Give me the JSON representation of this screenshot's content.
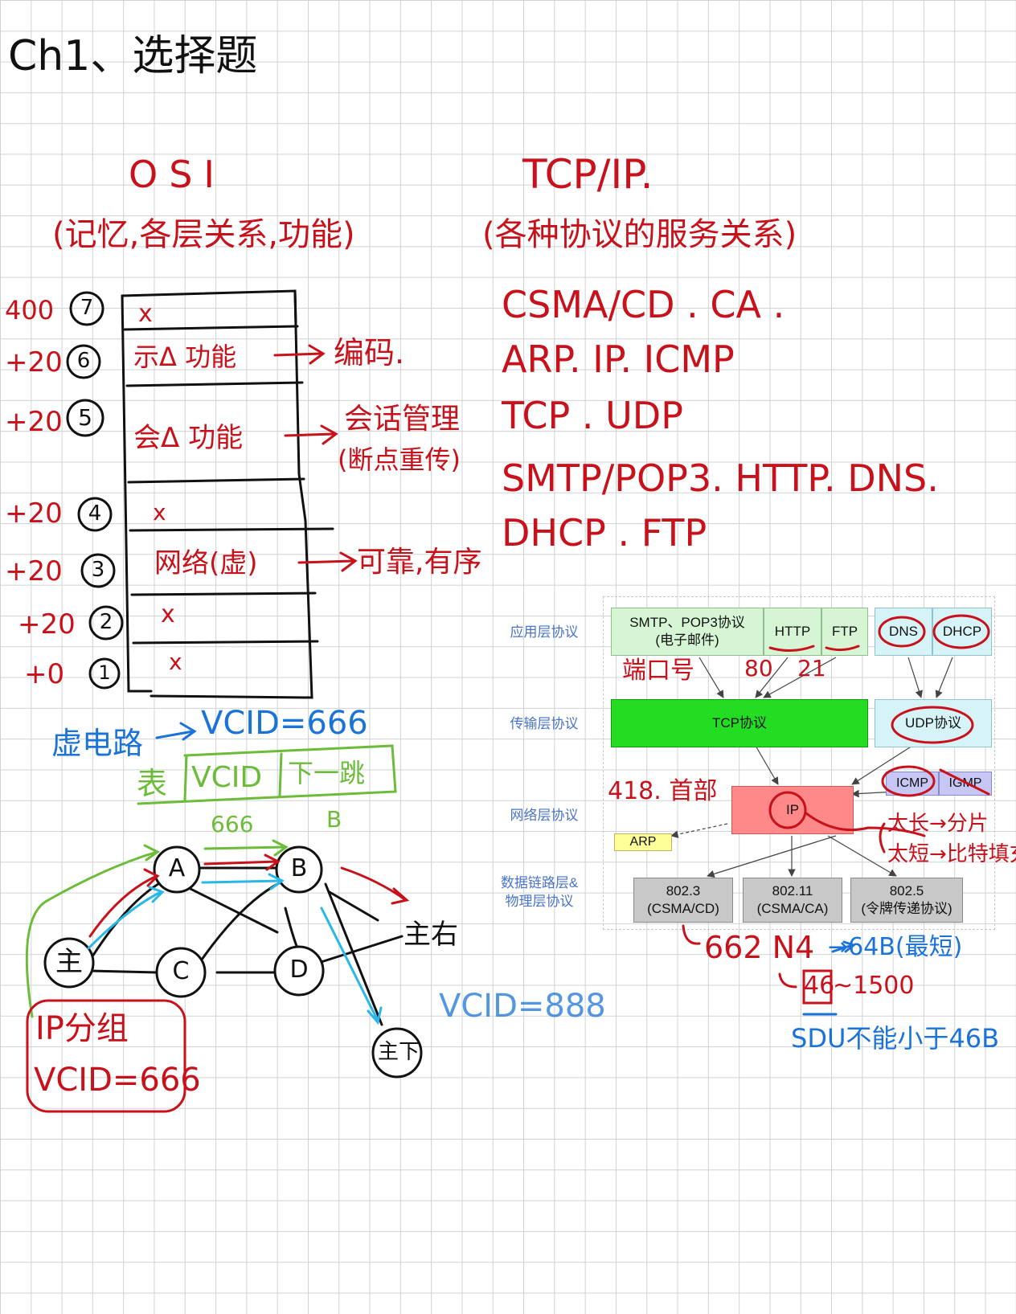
{
  "title": "Ch1、选择题",
  "osi": {
    "heading": "OSI",
    "subtitle": "(记忆,各层关系,功能)",
    "layers": [
      {
        "num": "7",
        "score": "400",
        "text": "x"
      },
      {
        "num": "6",
        "score": "+20",
        "text": "示Δ 功能",
        "arrow_to": "编码."
      },
      {
        "num": "5",
        "score": "+20",
        "text": "会Δ 功能",
        "arrow_to": "会话管理",
        "note": "(断点重传)"
      },
      {
        "num": "4",
        "score": "+20",
        "text": "x"
      },
      {
        "num": "3",
        "score": "+20",
        "text": "网络(虚)",
        "arrow_to": "可靠,有序"
      },
      {
        "num": "2",
        "score": "+20",
        "text": "x"
      },
      {
        "num": "1",
        "score": "+0",
        "text": "x"
      }
    ]
  },
  "tcpip": {
    "heading": "TCP/IP.",
    "subtitle": "(各种协议的服务关系)",
    "lines": [
      "CSMA/CD  .  CA .",
      "ARP. IP. ICMP",
      "TCP  . UDP",
      "SMTP/POP3. HTTP. DNS.",
      "DHCP . FTP"
    ]
  },
  "virtual_circuit": {
    "label": "虚电路",
    "vcid": "VCID=666",
    "table_label": "表",
    "table_headers": [
      "VCID",
      "下一跳"
    ],
    "table_values": [
      "666",
      "B"
    ],
    "packet_box": [
      "IP分组",
      "VCID=666"
    ],
    "vcid2": "VCID=888",
    "nodes": {
      "host": "主",
      "a": "A",
      "b": "B",
      "c": "C",
      "d": "D",
      "right": "主右",
      "down": "主下"
    }
  },
  "diagram": {
    "layer_labels": [
      "应用层协议",
      "传输层协议",
      "网络层协议",
      "数据链路层&\n物理层协议"
    ],
    "app_boxes": [
      "SMTP、POP3协议\n(电子邮件)",
      "HTTP",
      "FTP",
      "DNS",
      "DHCP"
    ],
    "transport_boxes": [
      "TCP协议",
      "UDP协议"
    ],
    "network_boxes": [
      "IP",
      "ICMP",
      "IGMP",
      "ARP"
    ],
    "link_boxes": [
      "802.3\n(CSMA/CD)",
      "802.11\n(CSMA/CA)",
      "802.5\n(令牌传递协议)"
    ],
    "colors": {
      "app": "#d5f5d5",
      "app_right": "#d6f3f7",
      "tcp": "#22dd22",
      "udp": "#d6f3f7",
      "ip": "#ff8888",
      "icmp": "#c7c7f5",
      "arp": "#ffff99",
      "link": "#c8c8c8"
    }
  },
  "annotations": {
    "port": "端口号",
    "port_http": "80",
    "port_ftp": "21",
    "ip_left": "418. 首部",
    "ip_big": "太长→分片",
    "ip_short": "太短→比特填充",
    "frame": "662 N4",
    "frame_note": "→64B(最短)",
    "frame_range_a": "46",
    "frame_range_b": "~1500",
    "sdu": "SDU不能小于46B"
  }
}
